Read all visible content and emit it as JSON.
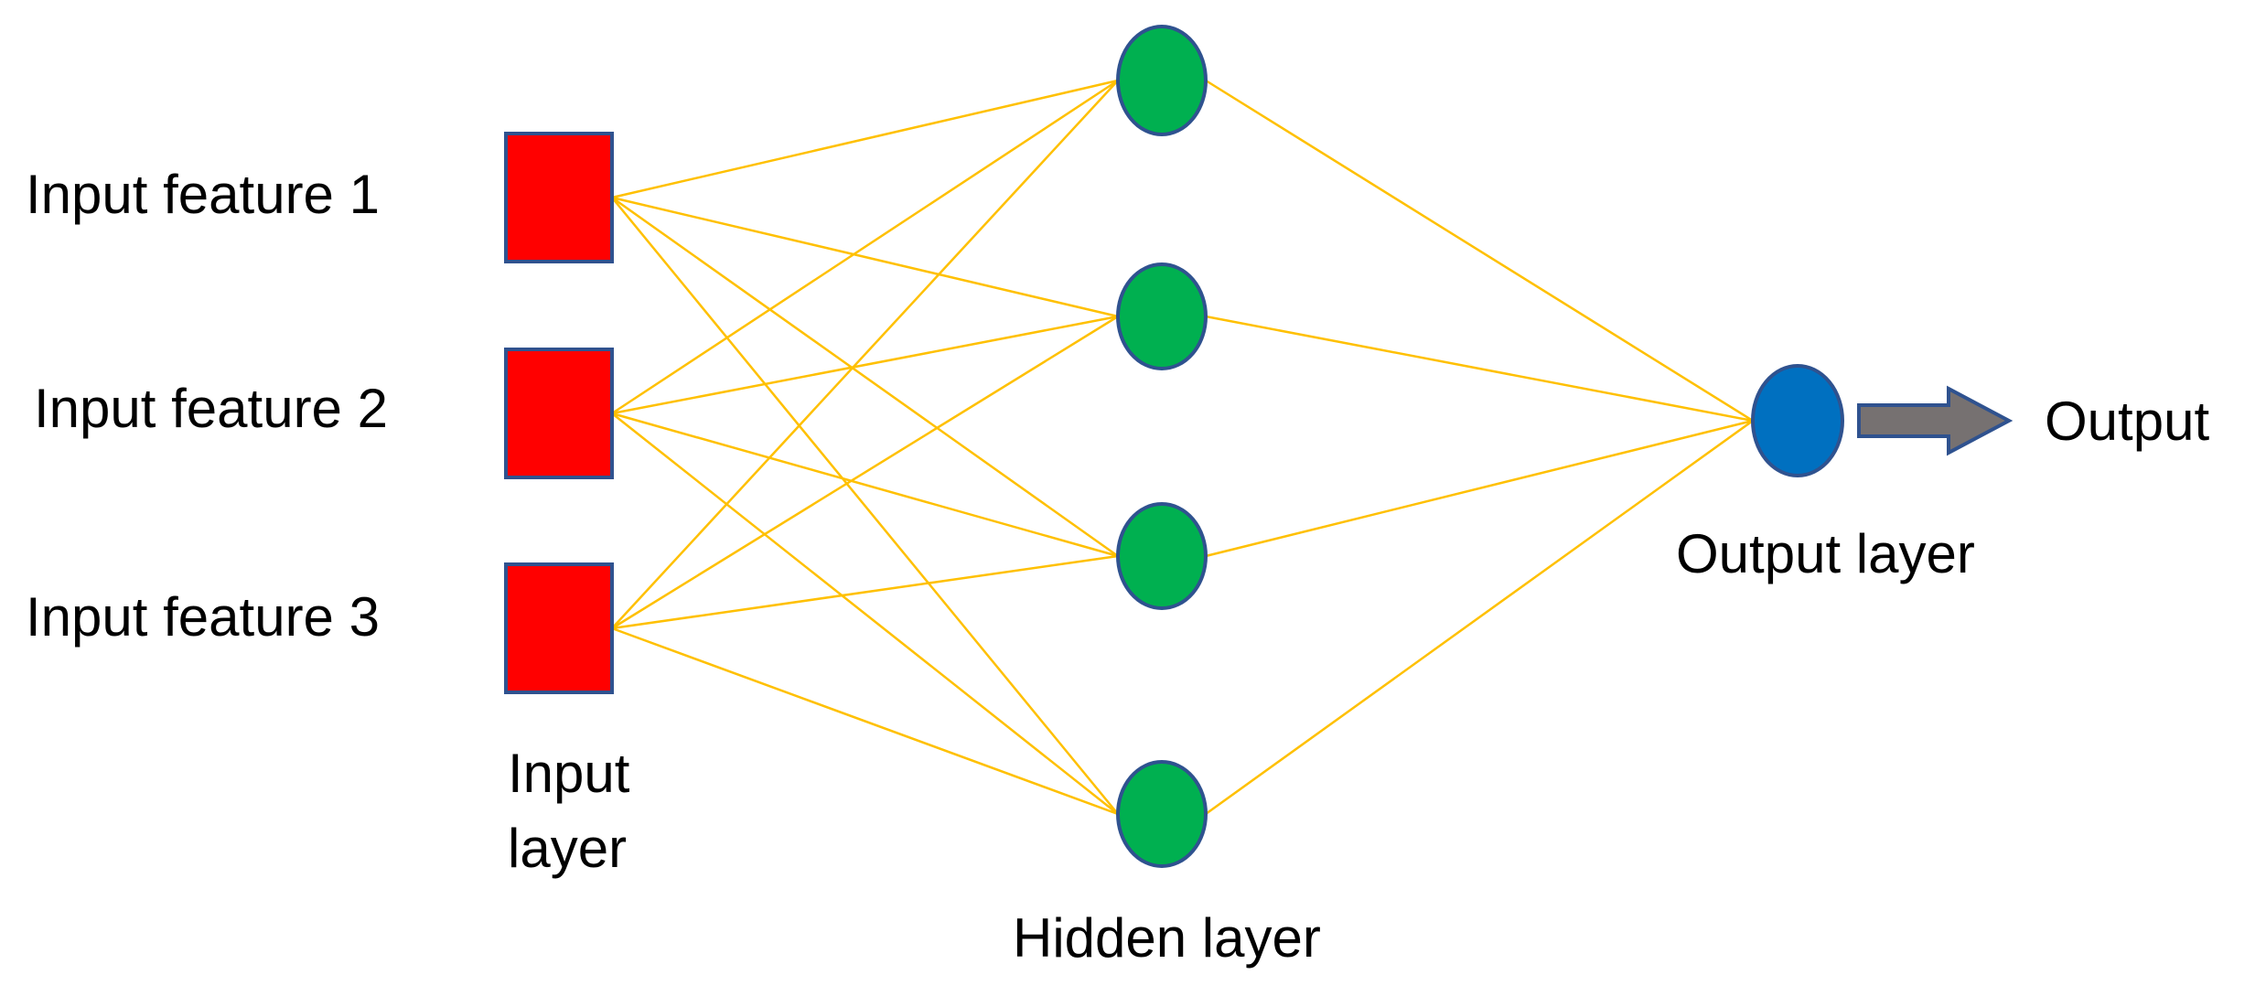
{
  "input_features": [
    {
      "label": "Input feature 1"
    },
    {
      "label": "Input feature 2"
    },
    {
      "label": "Input feature 3"
    }
  ],
  "layers": {
    "input": {
      "line1": "Input",
      "line2": "layer",
      "node_count": 3,
      "color": "#ff0000",
      "shape": "square"
    },
    "hidden": {
      "label": "Hidden layer",
      "node_count": 4,
      "color": "#00b050",
      "shape": "circle"
    },
    "output": {
      "label": "Output layer",
      "node_count": 1,
      "color": "#0070c0",
      "shape": "circle"
    }
  },
  "output_label": "Output",
  "colors": {
    "connection": "#ffc000",
    "node_border": "#2f528f",
    "arrow_fill": "#767171",
    "arrow_border": "#2f528f"
  },
  "icons": {
    "output_arrow": "right-arrow-icon"
  }
}
